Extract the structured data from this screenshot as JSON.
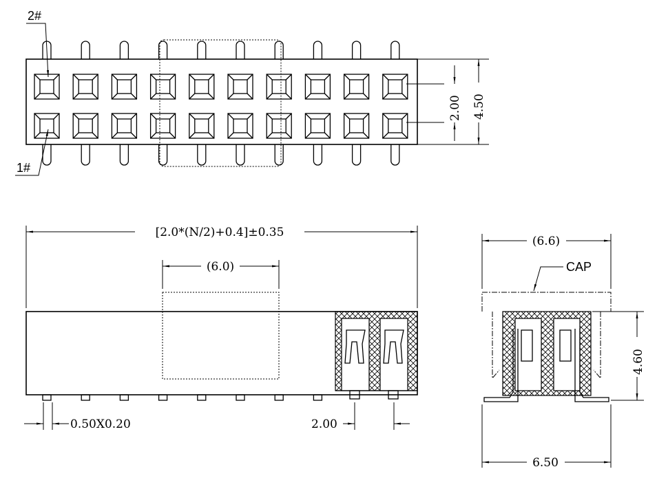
{
  "labels": {
    "pin2": "2#",
    "pin1": "1#",
    "cap": "CAP"
  },
  "dimensions": {
    "row_pitch": "2.00",
    "body_width": "4.50",
    "total_length": "[2.0*(N/2)+0.4]±0.35",
    "cap_length": "(6.0)",
    "pin_size": "0.50X0.20",
    "pin_pitch": "2.00",
    "cap_width": "(6.6)",
    "height": "4.60",
    "footprint_width": "6.50"
  },
  "pins_per_row": 10
}
